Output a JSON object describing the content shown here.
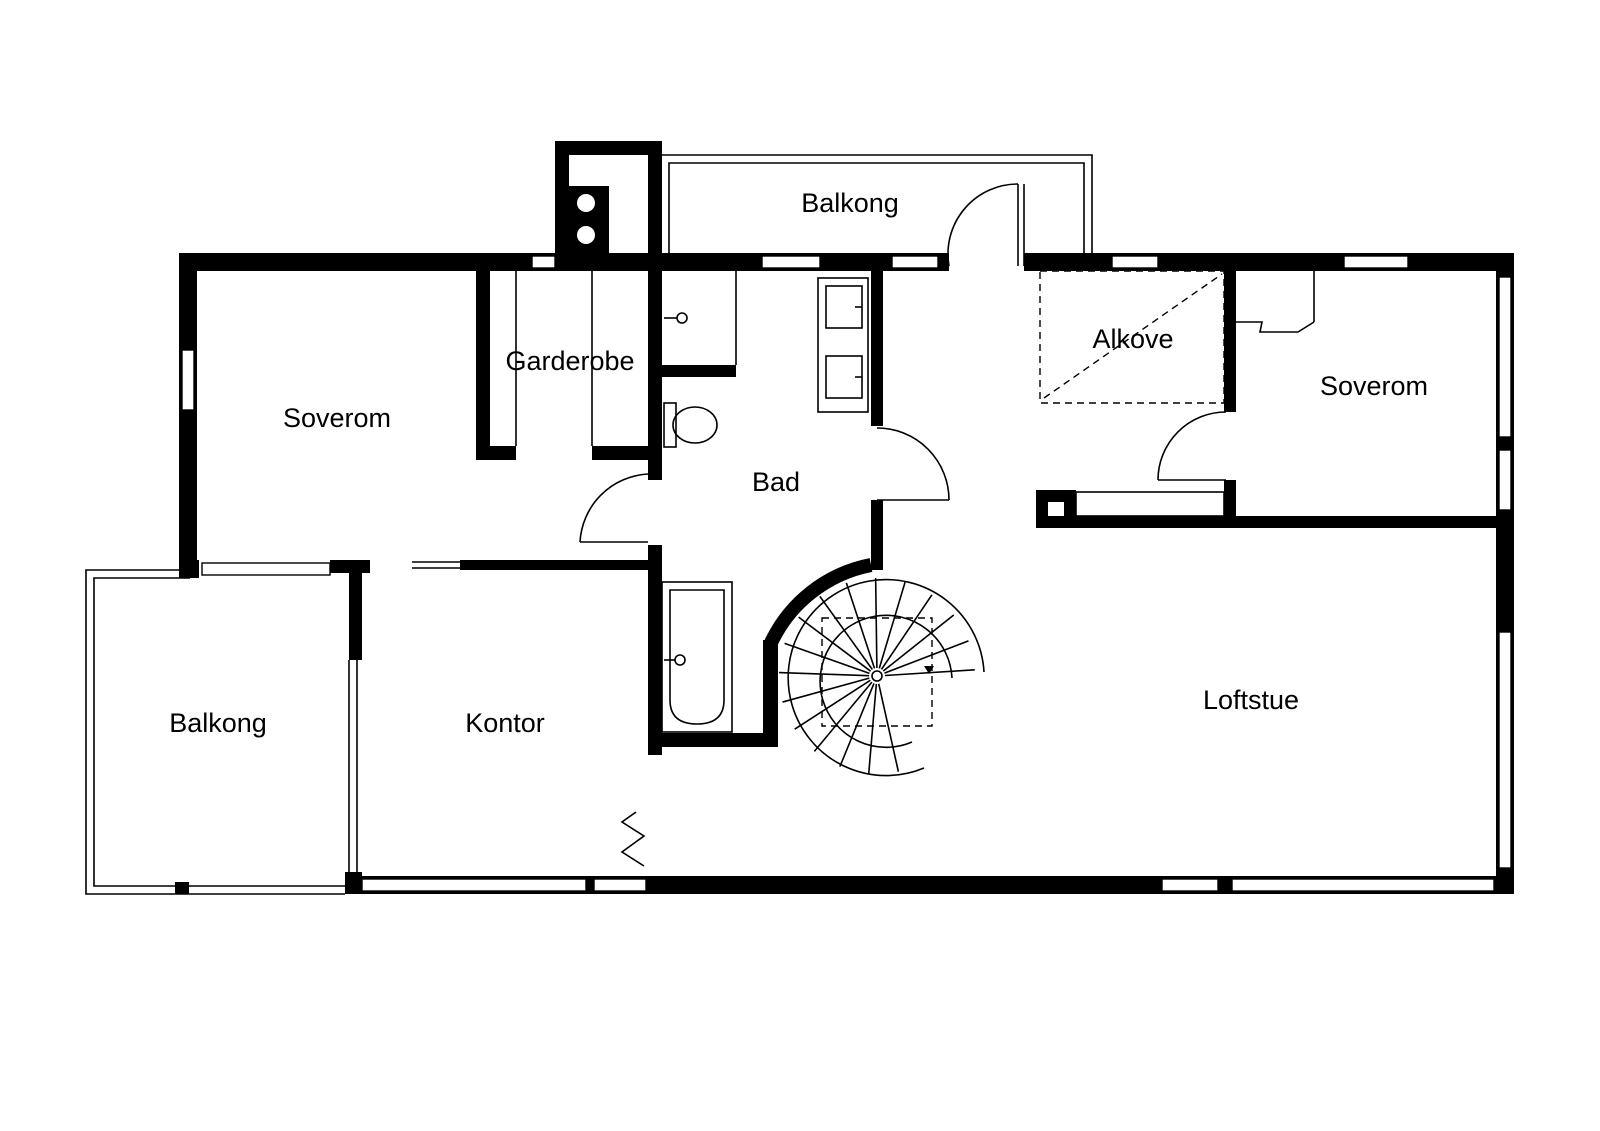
{
  "rooms": {
    "balkong_top": "Balkong",
    "soverom_left": "Soverom",
    "garderobe": "Garderobe",
    "bad": "Bad",
    "alkove": "Alkove",
    "soverom_right": "Soverom",
    "balkong_left": "Balkong",
    "kontor": "Kontor",
    "loftstue": "Loftstue"
  }
}
